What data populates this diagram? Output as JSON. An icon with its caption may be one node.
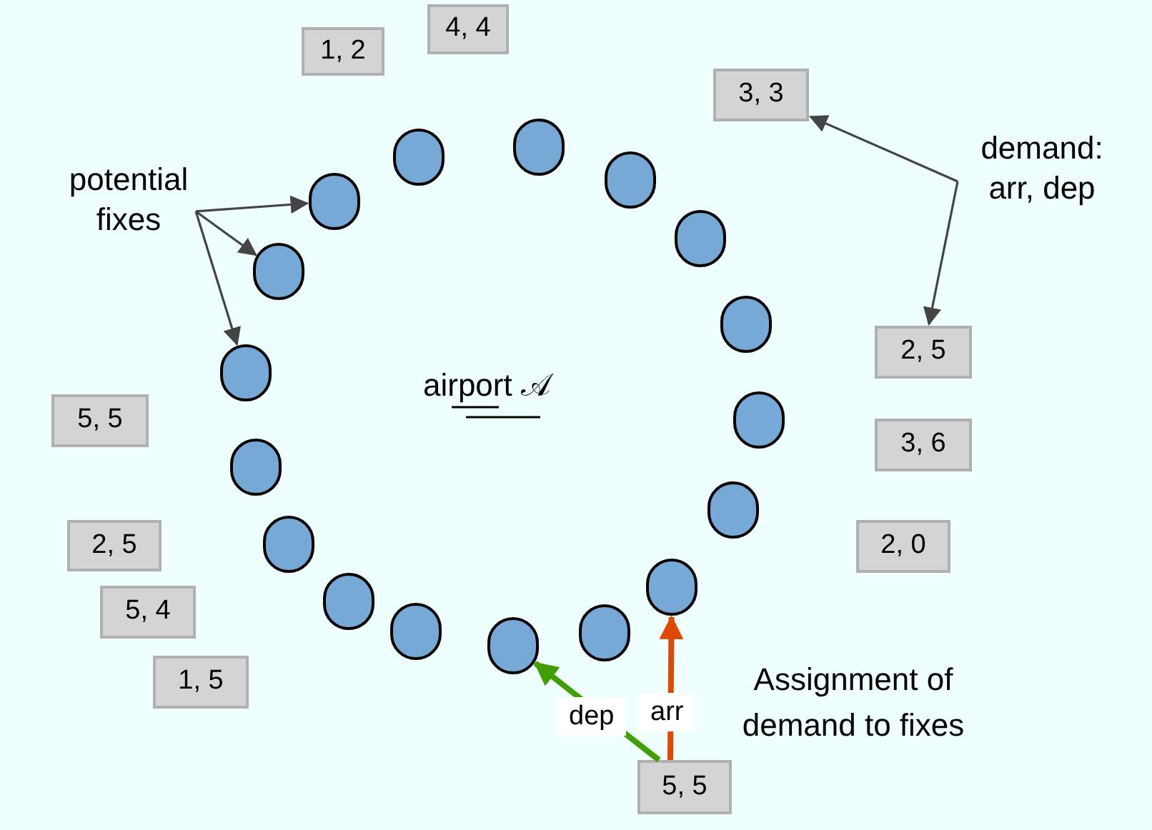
{
  "diagram": {
    "nodes": [
      {
        "text": [
          "1, 2"
        ]
      },
      {
        "text": [
          "4, 4"
        ]
      },
      {
        "text": [
          "3, 3"
        ]
      },
      {
        "text": [
          "potential fixes"
        ]
      },
      {
        "text": [
          "demand: arr, dep"
        ]
      },
      {
        "text": [
          "2, 5"
        ]
      },
      {
        "text": [
          "5, 5"
        ]
      },
      {
        "text": [
          "3, 6"
        ]
      },
      {
        "text": [
          "2, 0"
        ]
      },
      {
        "text": [
          "2, 5"
        ]
      },
      {
        "text": [
          "5, 4"
        ]
      },
      {
        "text": [
          "1, 5"
        ]
      },
      {
        "text": [
          "5, 5"
        ]
      },
      {
        "text": [],
        "shape": "circle"
      },
      {
        "text": [],
        "shape": "circle"
      },
      {
        "text": [],
        "shape": "circle"
      },
      {
        "text": [],
        "shape": "circle"
      },
      {
        "text": [],
        "shape": "circle"
      },
      {
        "text": [],
        "shape": "circle"
      },
      {
        "text": [],
        "shape": "circle"
      },
      {
        "text": [],
        "shape": "circle"
      },
      {
        "text": [],
        "shape": "circle"
      },
      {
        "text": [],
        "shape": "circle"
      },
      {
        "text": [],
        "shape": "circle"
      },
      {
        "text": [],
        "shape": "circle"
      },
      {
        "text": [],
        "shape": "circle"
      },
      {
        "text": [],
        "shape": "circle"
      },
      {
        "text": [],
        "shape": "circle"
      },
      {
        "text": [],
        "shape": "circle"
      },
      {
        "text": [],
        "shape": "circle"
      }
    ],
    "edges": [
      {
        "from": 3,
        "to": 29,
        "arrow": "to"
      },
      {
        "from": 3,
        "to": 28,
        "arrow": "to"
      },
      {
        "from": 3,
        "to": 27,
        "arrow": "to"
      },
      {
        "from": 4,
        "to": 2,
        "arrow": "to"
      },
      {
        "from": 4,
        "to": 5,
        "arrow": "to"
      },
      {
        "from": 12,
        "to": 22,
        "arrow": "to",
        "label": "dep",
        "style": "thick",
        "color": "#3fa000"
      },
      {
        "from": 12,
        "to": 20,
        "arrow": "to",
        "label": "arr",
        "style": "thick",
        "color": "#e04a00"
      }
    ],
    "labels": [
      "airport 𝒜",
      "Assignment of demand to fixes"
    ]
  }
}
